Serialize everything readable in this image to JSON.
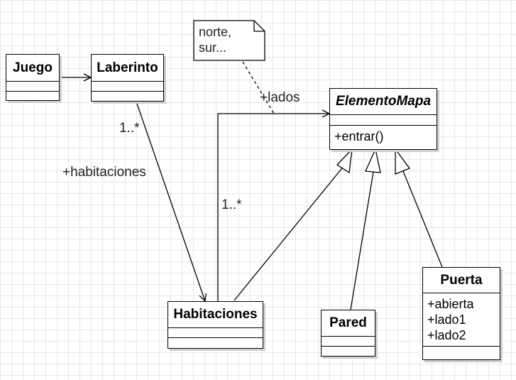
{
  "classes": {
    "juego": {
      "name": "Juego"
    },
    "laberinto": {
      "name": "Laberinto"
    },
    "elemento_mapa": {
      "name": "ElementoMapa",
      "operations": [
        "+entrar()"
      ]
    },
    "habitaciones": {
      "name": "Habitaciones"
    },
    "pared": {
      "name": "Pared"
    },
    "puerta": {
      "name": "Puerta",
      "attributes": [
        "+abierta",
        "+lado1",
        "+lado2"
      ]
    }
  },
  "note": {
    "line1": "norte,",
    "line2": "sur..."
  },
  "associations": {
    "laberinto_habitaciones": {
      "role": "+habitaciones",
      "multiplicity": "1..*"
    },
    "habitaciones_elemento": {
      "role": "+lados",
      "multiplicity": "1..*"
    }
  }
}
